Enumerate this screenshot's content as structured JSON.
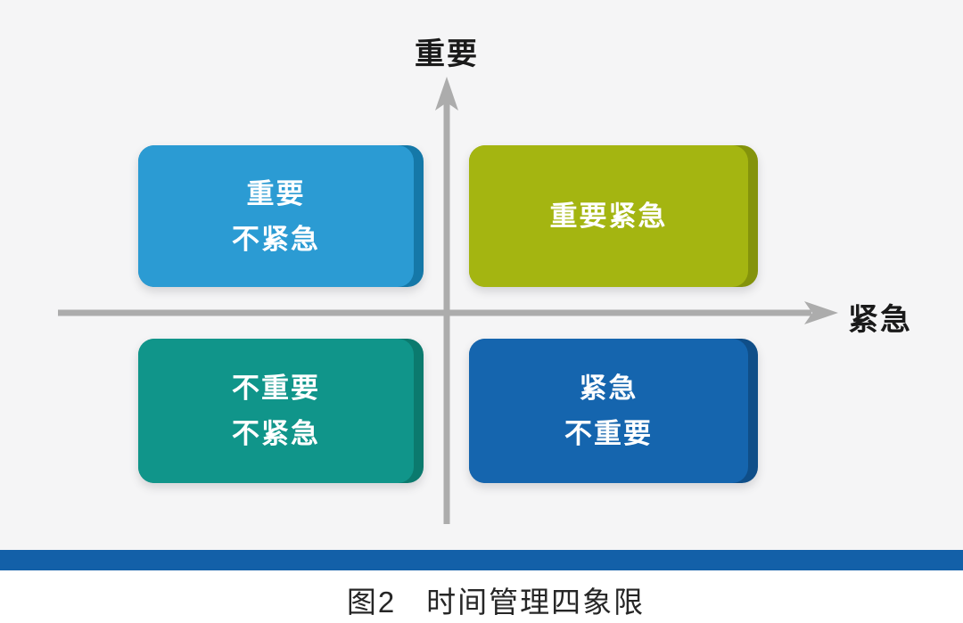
{
  "figure": {
    "caption_prefix": "图2",
    "caption_title": "时间管理四象限"
  },
  "diagram": {
    "background_color": "#F5F5F6",
    "text_color": "#FFFFFF",
    "divider_color": "#1360A8",
    "axis": {
      "color": "#ACACAC",
      "label_color": "#1A1A1A",
      "y_label": "重要",
      "x_label": "紧急"
    },
    "quadrants": [
      {
        "name": "important-not-urgent",
        "line1": "重要",
        "line2": "不紧急",
        "color": "#2B9BD3",
        "edge_color": "#1578A8"
      },
      {
        "name": "important-urgent",
        "line1": "重要紧急",
        "line2": "",
        "color": "#A4B511",
        "edge_color": "#84930B"
      },
      {
        "name": "not-important-not-urgent",
        "line1": "不重要",
        "line2": "不紧急",
        "color": "#10958A",
        "edge_color": "#0B7A6E"
      },
      {
        "name": "urgent-not-important",
        "line1": "紧急",
        "line2": "不重要",
        "color": "#1565AE",
        "edge_color": "#0F4E88"
      }
    ]
  }
}
